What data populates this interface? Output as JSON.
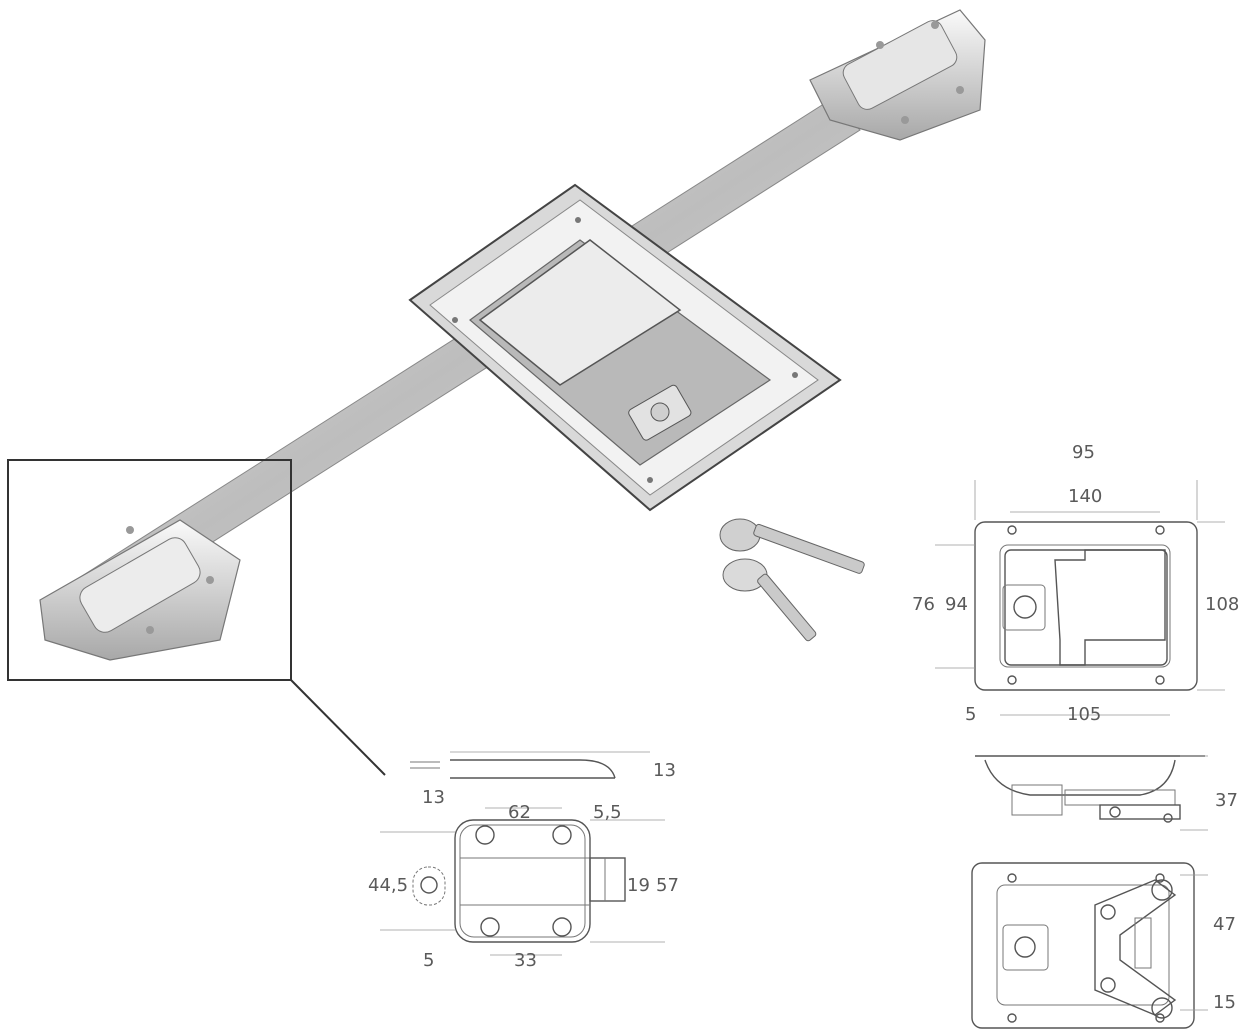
{
  "photo": {
    "alt_parts": [
      "locking-bar",
      "paddle-handle",
      "bolt-latch",
      "keys"
    ]
  },
  "drawing_latch": {
    "dims": [
      "13",
      "13",
      "62",
      "5,5",
      "44,5",
      "19",
      "57",
      "5",
      "33"
    ]
  },
  "drawing_front": {
    "dims": [
      "95",
      "140",
      "76",
      "94",
      "108",
      "5",
      "105"
    ]
  },
  "drawing_side": {
    "dims": [
      "37"
    ]
  },
  "drawing_back": {
    "dims": [
      "47",
      "15"
    ]
  },
  "colors": {
    "line": "#555555",
    "dim_text": "#5a5a5a",
    "frame": "#333333"
  }
}
